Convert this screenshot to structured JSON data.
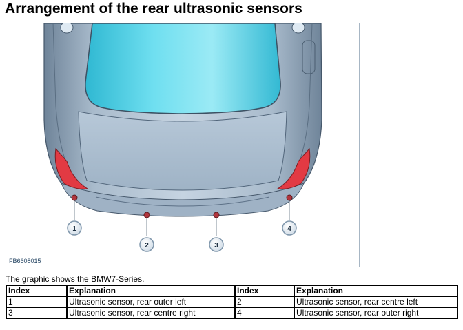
{
  "title": "Arrangement of the rear ultrasonic sensors",
  "figure": {
    "code": "FB6608015",
    "callouts": [
      "1",
      "2",
      "3",
      "4"
    ]
  },
  "caption": "The graphic shows the BMW7-Series.",
  "table": {
    "headers": [
      "Index",
      "Explanation",
      "Index",
      "Explanation"
    ],
    "rows": [
      [
        "1",
        "Ultrasonic sensor, rear outer left",
        "2",
        "Ultrasonic sensor, rear centre left"
      ],
      [
        "3",
        "Ultrasonic sensor, rear centre right",
        "4",
        "Ultrasonic sensor, rear outer right"
      ]
    ]
  },
  "colors": {
    "body": "#8fa3b8",
    "glass": "#5bd3e6",
    "sensor": "#b0353d",
    "taillight": "#e23a43",
    "frame": "#a7b6c4"
  }
}
